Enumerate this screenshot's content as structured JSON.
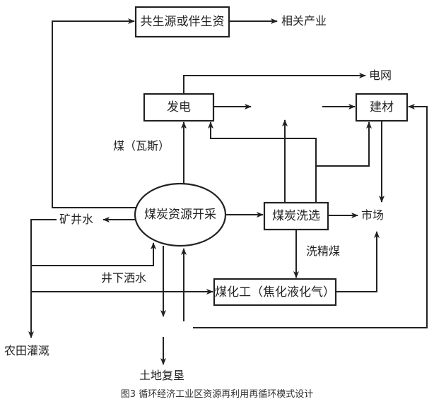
{
  "nodes": {
    "mining": "煤炭资源开采",
    "coexisting": "共生源或伴生资",
    "power": "发电",
    "building_materials": "建材",
    "washing": "煤炭洗选",
    "coal_chem": "煤化工（焦化液化气）"
  },
  "labels": {
    "related_industry": "相关产业",
    "grid": "电网",
    "coal_gas": "煤（瓦斯）",
    "mine_water": "矿井水",
    "market": "市场",
    "washed_coal": "洗精煤",
    "underground_sprinkling": "井下洒水",
    "farmland_irrigation": "农田灌溉",
    "land_reclamation": "土地复垦"
  },
  "caption": "图3  循环经济工业区资源再利用再循环模式设计",
  "edges": [
    {
      "from": "煤炭资源开采",
      "to": "共生源或伴生资"
    },
    {
      "from": "共生源或伴生资",
      "to": "相关产业"
    },
    {
      "from": "煤炭资源开采",
      "to": "发电",
      "label": "煤（瓦斯）"
    },
    {
      "from": "发电",
      "to": "电网"
    },
    {
      "from": "发电",
      "to": "建材"
    },
    {
      "from": "煤炭洗选",
      "to": "发电"
    },
    {
      "from": "煤炭洗选",
      "to": "建材"
    },
    {
      "from": "建材",
      "to": "市场"
    },
    {
      "from": "煤炭资源开采",
      "to": "煤炭洗选"
    },
    {
      "from": "煤炭洗选",
      "to": "市场"
    },
    {
      "from": "煤炭洗选",
      "to": "煤化工（焦化液化气）",
      "label": "洗精煤"
    },
    {
      "from": "煤化工（焦化液化气）",
      "to": "市场"
    },
    {
      "from": "煤炭资源开采",
      "to": "矿井水"
    },
    {
      "from": "矿井水",
      "to": "煤炭资源开采",
      "label": "井下洒水"
    },
    {
      "from": "矿井水",
      "to": "煤化工（焦化液化气）"
    },
    {
      "from": "矿井水",
      "to": "农田灌溉"
    },
    {
      "from": "煤炭资源开采",
      "to": "土地复垦"
    },
    {
      "from": "建材",
      "to": "煤炭资源开采"
    }
  ]
}
